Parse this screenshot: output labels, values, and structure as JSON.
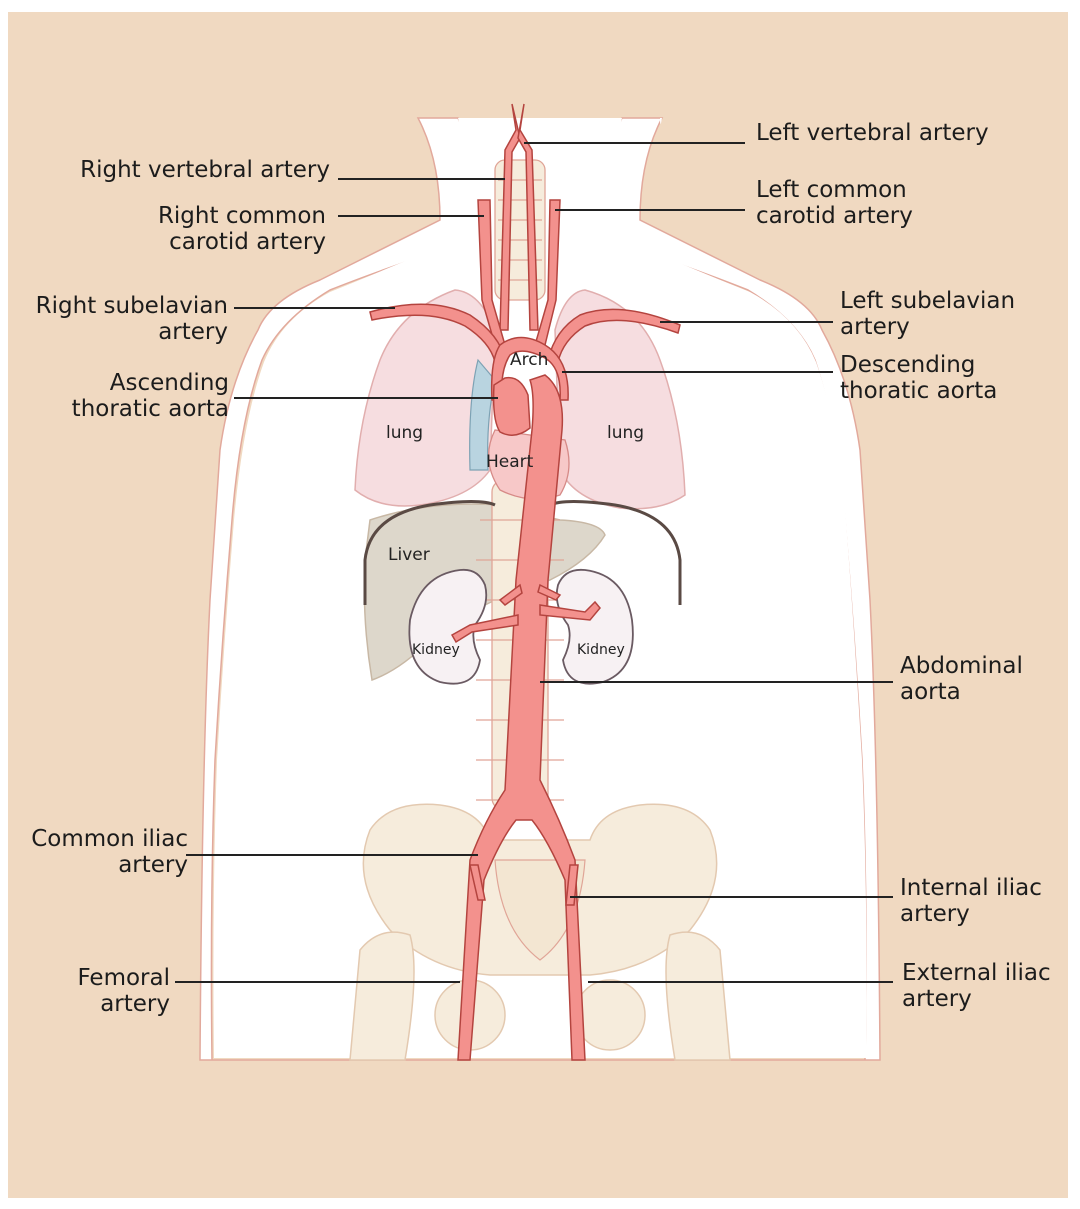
{
  "diagram": {
    "labels": {
      "left_vertebral": "Left vertebral artery",
      "right_vertebral": "Right vertebral artery",
      "right_common_carotid": "Right common\ncarotid artery",
      "left_common_carotid": "Left common\ncarotid artery",
      "right_subclavian": "Right subelavian\nartery",
      "left_subclavian": "Left subelavian\nartery",
      "ascending_aorta": "Ascending\nthoratic aorta",
      "descending_aorta": "Descending\nthoratic aorta",
      "abdominal_aorta": "Abdominal\naorta",
      "common_iliac": "Common iliac\nartery",
      "internal_iliac": "Internal iliac\nartery",
      "femoral": "Femoral\nartery",
      "external_iliac": "External iliac\nartery"
    },
    "organs": {
      "arch": "Arch",
      "lung_left": "lung",
      "lung_right": "lung",
      "heart": "Heart",
      "liver": "Liver",
      "kidney_left": "Kidney",
      "kidney_right": "Kidney"
    },
    "colors": {
      "background": "#f0d9c1",
      "body": "#ffffff",
      "outline": "#d99a8a",
      "artery": "#f3918d",
      "artery_edge": "#b4443f",
      "lung": "#f6dde0",
      "heart_vein": "#b9d4e0",
      "liver": "#ddd7cb",
      "kidney": "#f7f1f3",
      "bone": "#f6ecdc",
      "leader_line": "#222222"
    }
  }
}
